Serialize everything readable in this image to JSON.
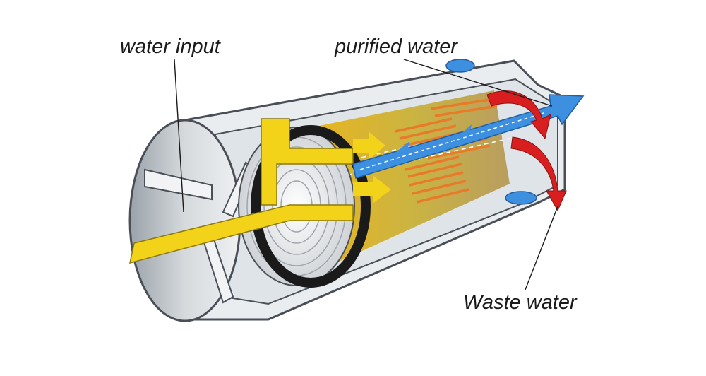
{
  "labels": {
    "water_input": "water input",
    "purified_water": "purified water",
    "waste_water": "Waste water"
  },
  "colors": {
    "feed_water": "#f3d21a",
    "purified_water": "#3d8fe0",
    "waste_water": "#d81e1e",
    "membrane_layers": "#e87a2a",
    "housing": "#e9edf0",
    "housing_outline": "#4a4f57"
  },
  "icons": {
    "flow_arrow": "arrow-right-icon"
  }
}
